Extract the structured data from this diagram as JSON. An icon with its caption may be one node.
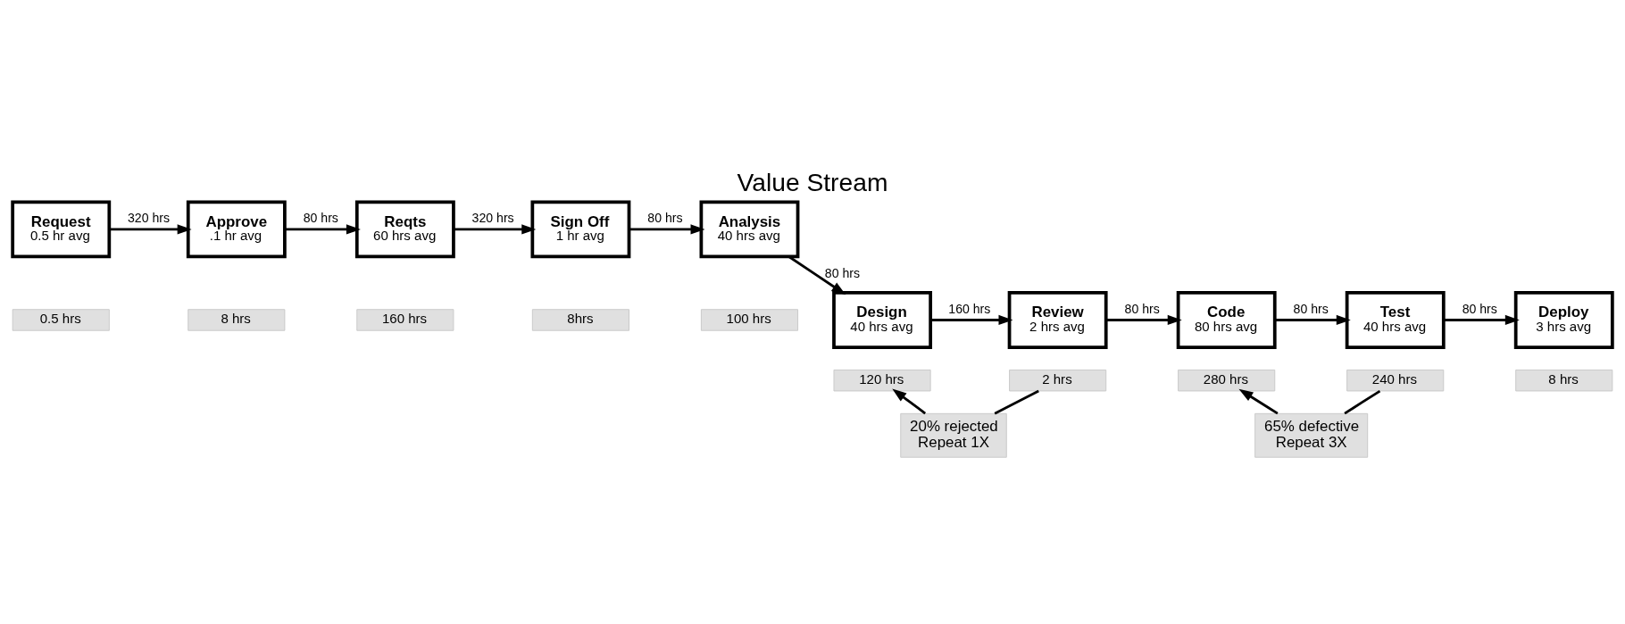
{
  "diagram": {
    "title": "Value Stream",
    "nodes": [
      {
        "text": [
          "Request",
          "0.5 hr avg"
        ]
      },
      {
        "text": [
          "0.5 hrs"
        ]
      },
      {
        "text": [
          "Approve",
          ".1 hr avg"
        ]
      },
      {
        "text": [
          "8 hrs"
        ]
      },
      {
        "text": [
          "Reqts",
          "60 hrs avg"
        ]
      },
      {
        "text": [
          "160 hrs"
        ]
      },
      {
        "text": [
          "Sign Off",
          "1 hr avg"
        ]
      },
      {
        "text": [
          "8hrs"
        ]
      },
      {
        "text": [
          "Analysis",
          "40 hrs avg"
        ]
      },
      {
        "text": [
          "100 hrs"
        ]
      },
      {
        "text": [
          "Design",
          "40 hrs avg"
        ]
      },
      {
        "text": [
          "120 hrs"
        ]
      },
      {
        "text": [
          "Review",
          "2 hrs avg"
        ]
      },
      {
        "text": [
          "2 hrs"
        ]
      },
      {
        "text": [
          "Code",
          "80 hrs avg"
        ]
      },
      {
        "text": [
          "280 hrs"
        ]
      },
      {
        "text": [
          "Test",
          "40 hrs avg"
        ]
      },
      {
        "text": [
          "240 hrs"
        ]
      },
      {
        "text": [
          "Deploy",
          "3 hrs avg"
        ]
      },
      {
        "text": [
          "8 hrs"
        ]
      },
      {
        "text": [
          "20% rejected",
          "Repeat 1X"
        ]
      },
      {
        "text": [
          "65% defective",
          "Repeat 3X"
        ]
      }
    ],
    "edges": [
      {
        "from": 0,
        "to": 2,
        "arrow": "to",
        "label": "320 hrs"
      },
      {
        "from": 2,
        "to": 4,
        "arrow": "to",
        "label": "80 hrs"
      },
      {
        "from": 4,
        "to": 6,
        "arrow": "to",
        "label": "320 hrs"
      },
      {
        "from": 6,
        "to": 8,
        "arrow": "to",
        "label": "80 hrs"
      },
      {
        "from": 8,
        "to": 10,
        "arrow": "to",
        "label": "80 hrs"
      },
      {
        "from": 10,
        "to": 12,
        "arrow": "to",
        "label": "160 hrs"
      },
      {
        "from": 12,
        "to": 14,
        "arrow": "to",
        "label": "80 hrs"
      },
      {
        "from": 14,
        "to": 16,
        "arrow": "to",
        "label": "80 hrs"
      },
      {
        "from": 16,
        "to": 18,
        "arrow": "to",
        "label": "80 hrs"
      },
      {
        "from": 13,
        "to": 20,
        "arrow": "none"
      },
      {
        "from": 20,
        "to": 11,
        "arrow": "to"
      },
      {
        "from": 17,
        "to": 21,
        "arrow": "none"
      },
      {
        "from": 21,
        "to": 15,
        "arrow": "to"
      }
    ]
  }
}
